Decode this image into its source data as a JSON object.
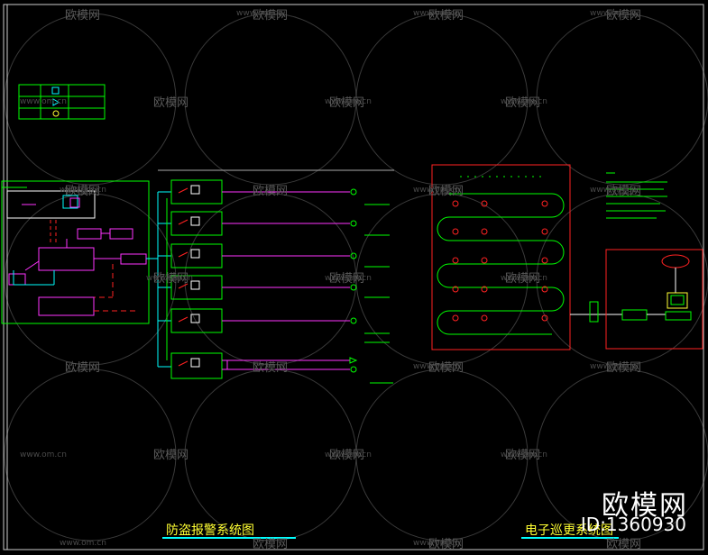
{
  "titles": {
    "left": "防盗报警系统图",
    "right": "电子巡更系统图"
  },
  "watermark": {
    "brand": "欧模网",
    "domain": "www.om.cn",
    "id": "ID:1360930"
  },
  "colors": {
    "green": "#00ff00",
    "cyan": "#00ffff",
    "magenta": "#ff33ff",
    "red": "#ff2222",
    "yellow": "#ffff33",
    "white": "#ffffff",
    "gray": "#555555"
  }
}
